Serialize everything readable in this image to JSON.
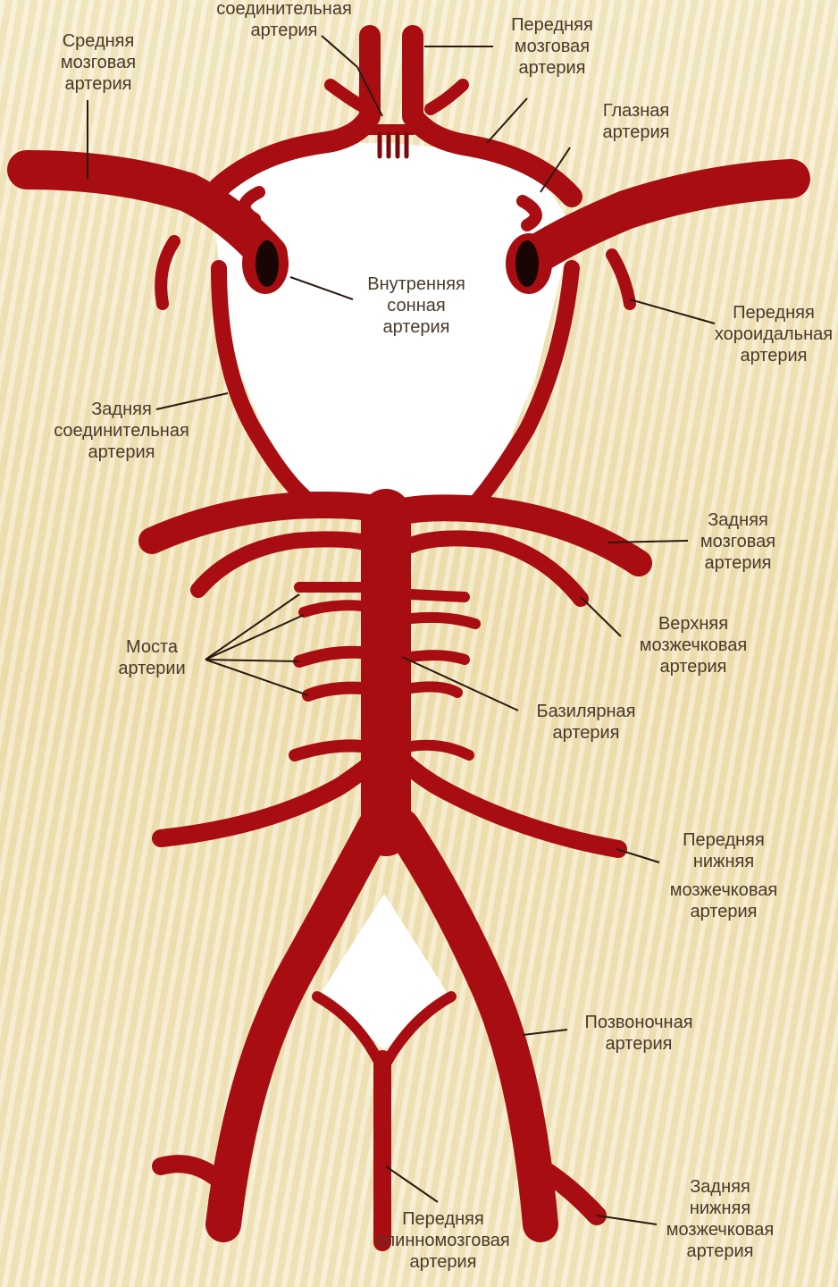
{
  "colors": {
    "artery": "#a80d12",
    "artery_dark": "#7a0a0d",
    "lumen": "#1a0505",
    "leader": "#2a1a10",
    "text": "#4a3a2a"
  },
  "labels": {
    "anterior_communicating": [
      "соединительная",
      "артерия"
    ],
    "anterior_cerebral": [
      "Передняя",
      "мозговая",
      "артерия"
    ],
    "middle_cerebral": [
      "Средняя",
      "мозговая",
      "артерия"
    ],
    "ophthalmic": [
      "Глазная",
      "артерия"
    ],
    "internal_carotid": [
      "Внутренняя",
      "сонная",
      "артерия"
    ],
    "anterior_choroidal": [
      "Передняя",
      "хороидальная",
      "артерия"
    ],
    "posterior_communicating": [
      "Задняя",
      "соединительная",
      "артерия"
    ],
    "posterior_cerebral": [
      "Задняя",
      "мозговая",
      "артерия"
    ],
    "superior_cerebellar": [
      "Верхняя",
      "мозжечковая",
      "артерия"
    ],
    "pontine": [
      "Моста",
      "артерии"
    ],
    "basilar": [
      "Базилярная",
      "артерия"
    ],
    "anterior_inferior_cerebellar": [
      "Передняя",
      "нижняя",
      "мозжечковая",
      "артерия"
    ],
    "vertebral": [
      "Позвоночная",
      "артерия"
    ],
    "anterior_spinal": [
      "Передняя",
      "спинномозговая",
      "артерия"
    ],
    "posterior_inferior_cerebellar": [
      "Задняя",
      "нижняя",
      "мозжечковая",
      "артерия"
    ]
  }
}
